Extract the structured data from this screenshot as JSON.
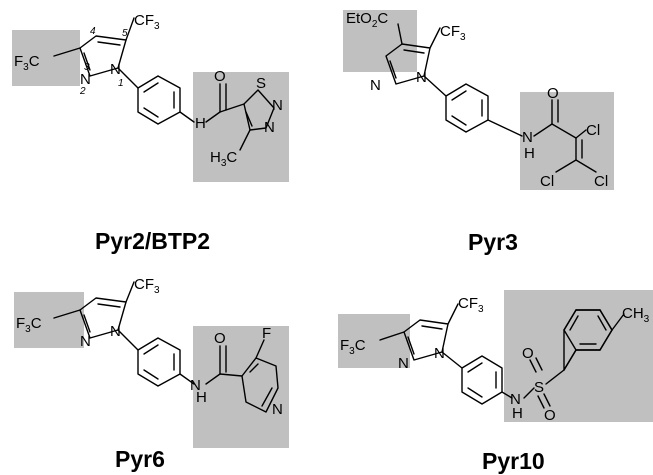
{
  "compounds": [
    {
      "name": "Pyr2/BTP2",
      "labels": {
        "cf3_top": "CF",
        "cf3_top_sub": "3",
        "cf3_left": "F",
        "cf3_left_sub": "3",
        "cf3_left_c": "C",
        "n1": "N",
        "n2": "N",
        "o": "O",
        "h": "H",
        "s": "S",
        "n3": "N",
        "n4": "N",
        "ch3": "H",
        "ch3_sub": "3",
        "ch3_c": "C"
      },
      "ring_numbers": [
        "1",
        "2",
        "3",
        "4",
        "5"
      ]
    },
    {
      "name": "Pyr3",
      "labels": {
        "ester": "EtO",
        "ester_sub": "2",
        "ester_c": "C",
        "cf3_top": "CF",
        "cf3_top_sub": "3",
        "n1": "N",
        "n2": "N",
        "o": "O",
        "h": "H",
        "n_amide": "N",
        "cl1": "Cl",
        "cl2": "Cl",
        "cl3": "Cl"
      }
    },
    {
      "name": "Pyr6",
      "labels": {
        "cf3_top": "CF",
        "cf3_top_sub": "3",
        "cf3_left": "F",
        "cf3_left_sub": "3",
        "cf3_left_c": "C",
        "n1": "N",
        "n2": "N",
        "o": "O",
        "h": "H",
        "n_amide": "N",
        "f": "F",
        "n_pyr": "N"
      }
    },
    {
      "name": "Pyr10",
      "labels": {
        "cf3_top": "CF",
        "cf3_top_sub": "3",
        "cf3_left": "F",
        "cf3_left_sub": "3",
        "cf3_left_c": "C",
        "n1": "N",
        "n2": "N",
        "n_amide": "N",
        "h": "H",
        "s": "S",
        "o1": "O",
        "o2": "O",
        "ch3": "CH",
        "ch3_sub": "3"
      }
    }
  ]
}
